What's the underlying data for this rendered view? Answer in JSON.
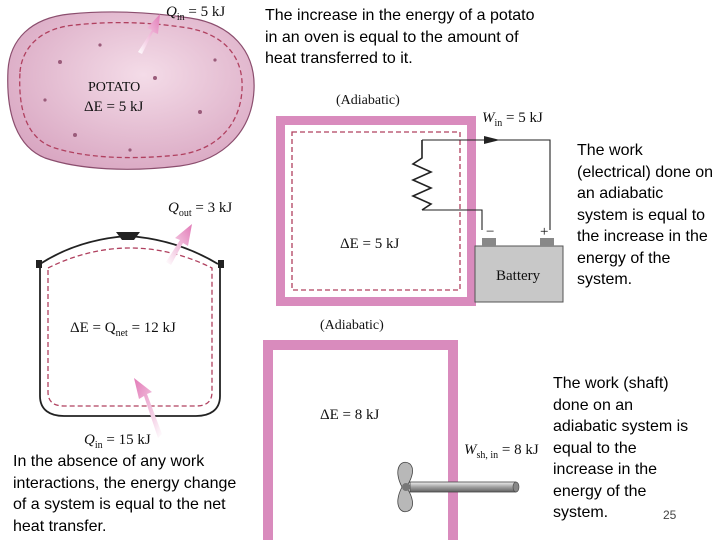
{
  "captions": {
    "potato": "The increase in the energy of a potato in an oven is equal to the amount of heat transferred to it.",
    "electrical": "The work (electrical) done on an adiabatic system is equal to the increase in the energy of the system.",
    "pot": "In the absence of any work interactions, the energy change of a system is equal to the net heat transfer.",
    "shaft": "The work (shaft) done on an adiabatic system is equal to the increase in the energy of the system."
  },
  "potato_figure": {
    "q_in": "Q",
    "q_in_sub": "in",
    "q_in_value": " = 5 kJ",
    "label": "POTATO",
    "delta_e": "ΔE = 5 kJ"
  },
  "electrical_figure": {
    "heading": "(Adiabatic)",
    "w_in": "W",
    "w_in_sub": "in",
    "w_in_value": " = 5 kJ",
    "delta_e": "ΔE = 5 kJ",
    "battery": "Battery",
    "minus": "−",
    "plus": "+"
  },
  "pot_figure": {
    "q_out": "Q",
    "q_out_sub": "out",
    "q_out_value": " = 3 kJ",
    "delta_e_prefix": "ΔE = Q",
    "net_sub": "net",
    "delta_e_value": " = 12 kJ",
    "q_in": "Q",
    "q_in_sub": "in",
    "q_in_value": " = 15 kJ"
  },
  "shaft_figure": {
    "heading": "(Adiabatic)",
    "delta_e": "ΔE = 8 kJ",
    "w_sh": "W",
    "w_sh_sub": "sh, in",
    "w_sh_value": " = 8 kJ"
  },
  "page_number": "25",
  "colors": {
    "wall_pink": "#d98bbd",
    "potato_fill": "#ecc7d9",
    "arrow_pink": "#e27ab7",
    "dash_red": "#b0405f",
    "battery_gray": "#c8c8c8"
  }
}
